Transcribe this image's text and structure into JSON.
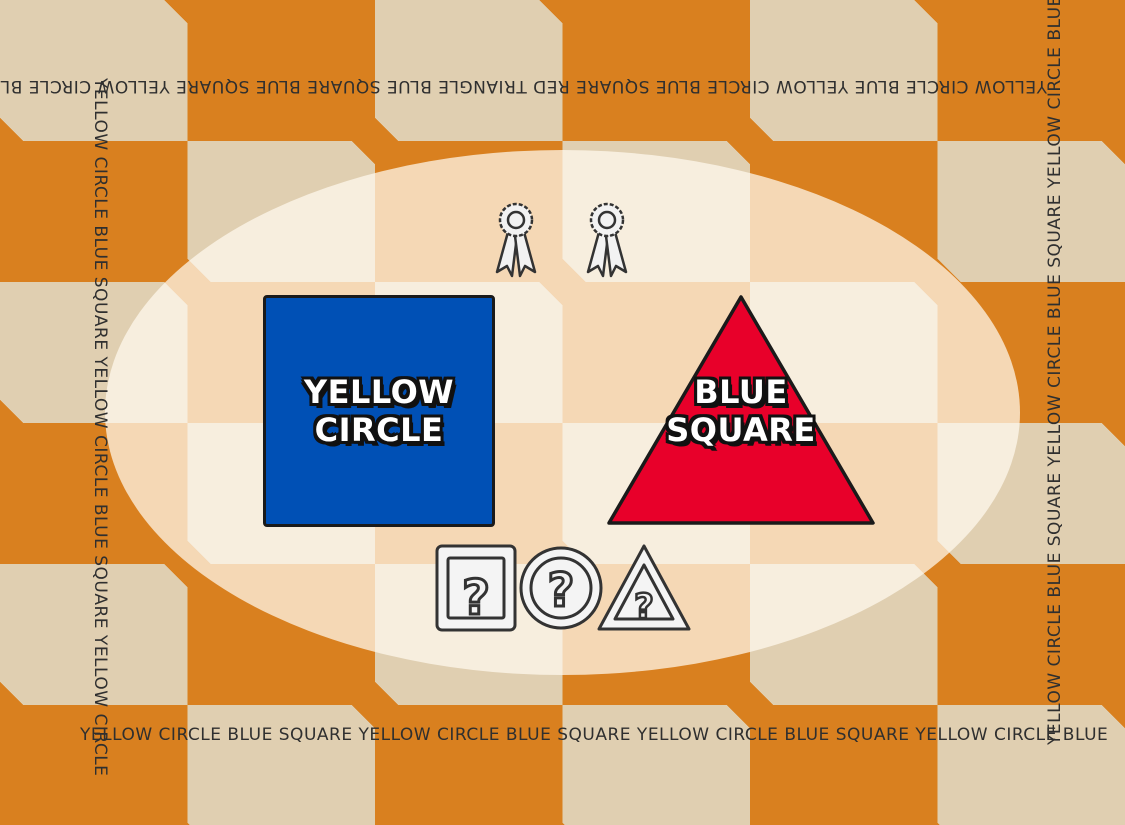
{
  "border": {
    "top": "YELLOW CIRCLE BLUE   YELLOW CIRCLE   BLUE SQUARE RED TRIANGLE   BLUE SQUARE   BLUE SQUARE   YELLOW CIRCLE   BLUE SQUARE   YELLOW CIRCLE BLUE SQUARE   YELLOW",
    "bottom": "YELLOW CIRCLE BLUE SQUARE   YELLOW CIRCLE BLUE SQUARE   YELLOW CIRCLE BLUE SQUARE   YELLOW CIRCLE BLUE",
    "left": "YELLOW CIRCLE BLUE SQUARE   YELLOW CIRCLE BLUE SQUARE   YELLOW CIRCLE",
    "right": "YELLOW CIRCLE BLUE SQUARE   YELLOW CIRCLE BLUE SQUARE   YELLOW CIRCLE BLUE SQUARE   YELLOW CIRCLE"
  },
  "ribbons": [
    "award-ribbon-icon",
    "award-ribbon-icon"
  ],
  "cards": {
    "left": {
      "shape": "square",
      "color": "#0050b5",
      "label_line1": "YELLOW",
      "label_line2": "CIRCLE"
    },
    "right": {
      "shape": "triangle",
      "color": "#e8002a",
      "label_line1": "BLUE",
      "label_line2": "SQUARE"
    }
  },
  "choices": [
    {
      "shape": "square",
      "symbol": "?"
    },
    {
      "shape": "circle",
      "symbol": "?"
    },
    {
      "shape": "triangle",
      "symbol": "?"
    }
  ],
  "colors": {
    "board_light": "#e0cfb1",
    "board_dark": "#d9801f",
    "arena": "#fffaf0"
  }
}
